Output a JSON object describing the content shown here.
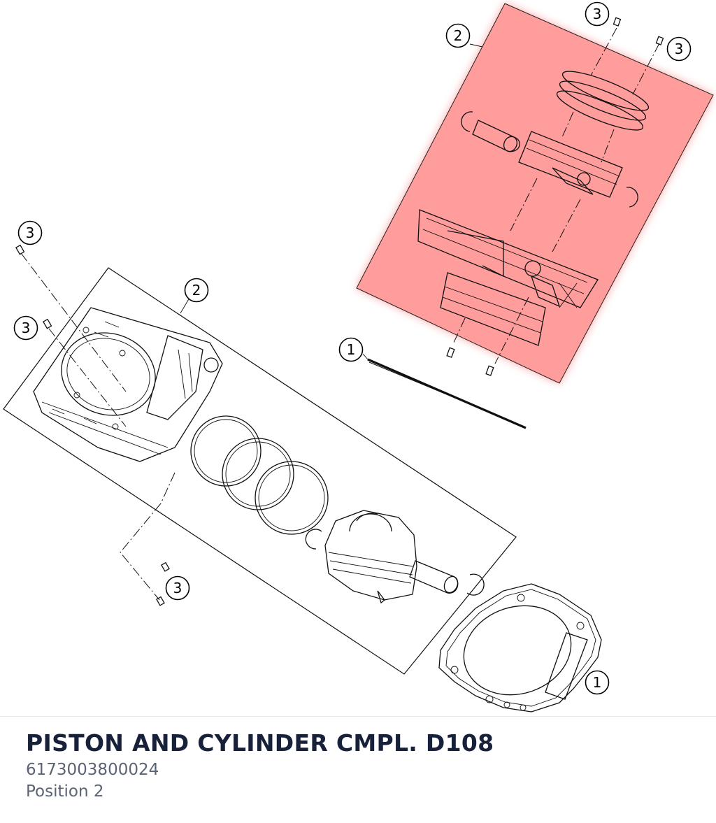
{
  "part": {
    "title": "PISTON AND CYLINDER CMPL. D108",
    "number": "6173003800024",
    "position": "Position 2"
  },
  "callouts": {
    "c1": "1",
    "c2": "2",
    "c3": "3"
  },
  "colors": {
    "highlight": "#ff8f8f",
    "title": "#18213a",
    "subtitle": "#5b6474"
  }
}
